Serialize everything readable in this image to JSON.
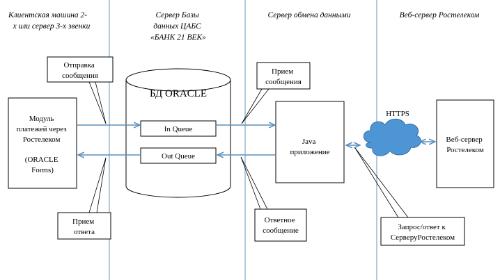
{
  "columns": [
    {
      "lines": [
        "Клиентская  машина 2-",
        "х или сервер 3-х звенки"
      ]
    },
    {
      "lines": [
        "Сервер Базы",
        "данных ЦАБС",
        "«БАНК 21 ВЕК»"
      ]
    },
    {
      "lines": [
        "Сервер обмена данными"
      ]
    },
    {
      "lines": [
        "Веб-сервер Ростелеком"
      ]
    }
  ],
  "module_box": {
    "lines": [
      "Модуль",
      "платежей через",
      "Ростелеком",
      "",
      "(ORACLE",
      "Forms)"
    ]
  },
  "database": {
    "title": "БД ORACLE",
    "in_queue": "In Queue",
    "out_queue": "Out Queue"
  },
  "java_box": {
    "lines": [
      "Java",
      "приложение"
    ]
  },
  "web_box": {
    "lines": [
      "Веб-сервер",
      "Ростелеком"
    ]
  },
  "https_label": "HTTPS",
  "callouts": {
    "send": [
      "Отправка",
      "сообщения"
    ],
    "recv_answer": [
      "Прием",
      "ответа"
    ],
    "recv_message": [
      "Прием",
      "сообщения"
    ],
    "reply_message": [
      "Ответное",
      "сообщение"
    ],
    "request": [
      "Запрос/ответ к",
      "СерверуРостелеком"
    ]
  },
  "colors": {
    "separator": "#7fa6c9",
    "arrow": "#5b8fbf",
    "cloud_fill": "#4e95d6",
    "cloud_stroke": "#2f6fa8"
  }
}
